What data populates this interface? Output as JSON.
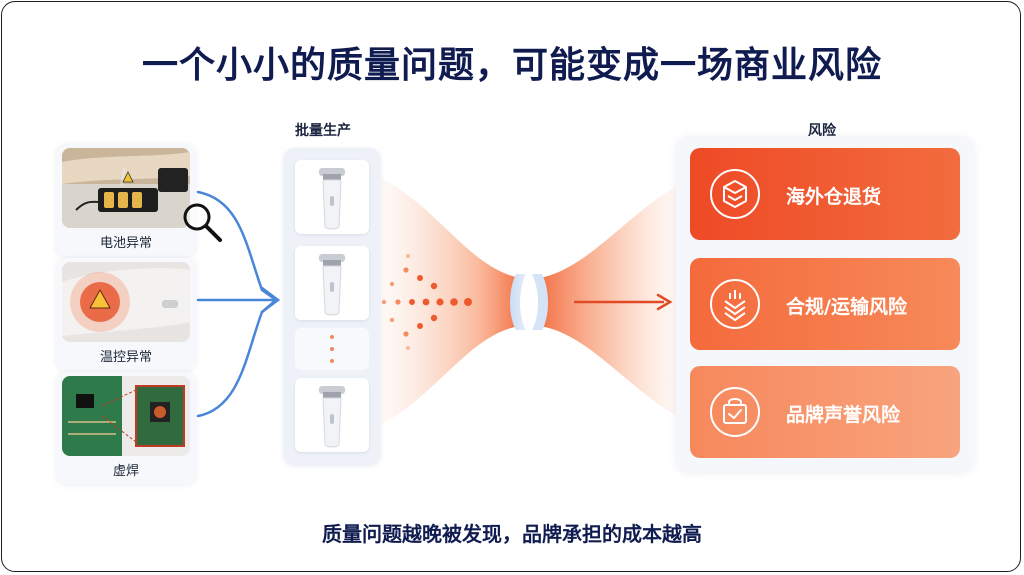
{
  "title": "一个小小的质量问题，可能变成一场商业风险",
  "footer": "质量问题越晚被发现，品牌承担的成本越高",
  "issues": {
    "heading": "",
    "items": [
      {
        "label": "电池异常"
      },
      {
        "label": "温控异常"
      },
      {
        "label": "虚焊"
      }
    ]
  },
  "production": {
    "heading": "批量生产"
  },
  "risks": {
    "heading": "风险",
    "items": [
      {
        "label": "海外仓退货",
        "icon": "package-stack-icon"
      },
      {
        "label": "合规/运输风险",
        "icon": "chevron-layers-icon"
      },
      {
        "label": "品牌声誉风险",
        "icon": "shopping-bag-check-icon"
      }
    ]
  },
  "colors": {
    "title": "#101c50",
    "connector_blue": "#4a86d8",
    "risk_orange": "#ee4a26",
    "risk_orange_light": "#f8a47e",
    "funnel_orange": "#f26a3c"
  }
}
